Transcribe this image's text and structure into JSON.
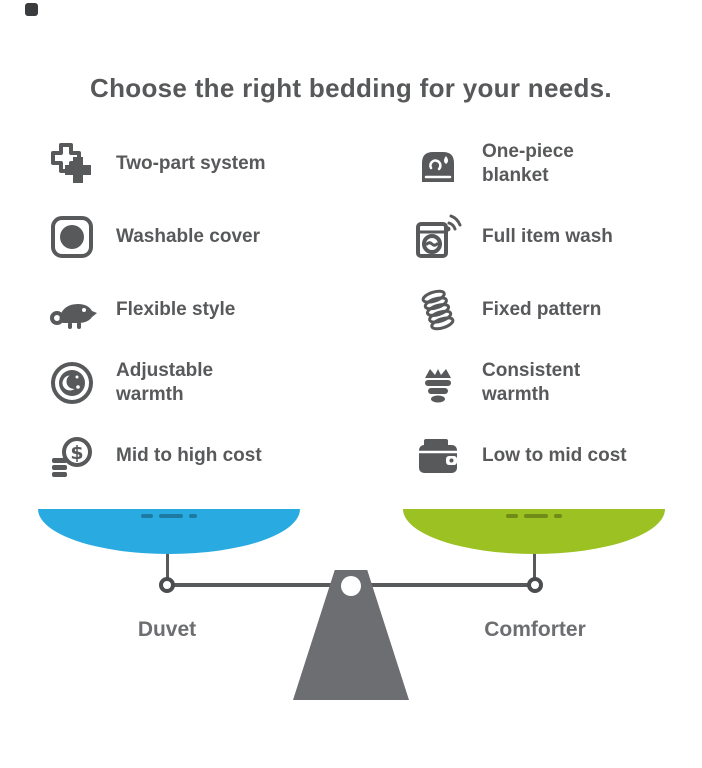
{
  "title": "Choose the right bedding for your needs.",
  "features": {
    "left": {
      "items": [
        {
          "label": "Two-part system",
          "icon": "two-part-system-icon"
        },
        {
          "label": "Washable cover",
          "icon": "washable-cover-icon"
        },
        {
          "label": "Flexible style",
          "icon": "chameleon-icon"
        },
        {
          "label": "Adjustable\nwarmth",
          "icon": "adjustable-warmth-icon"
        },
        {
          "label": "Mid to high cost",
          "icon": "coins-dollar-icon"
        }
      ]
    },
    "right": {
      "items": [
        {
          "label": "One-piece\nblanket",
          "icon": "blanket-icon"
        },
        {
          "label": "Full item wash",
          "icon": "washer-signal-icon"
        },
        {
          "label": "Fixed pattern",
          "icon": "coil-pattern-icon"
        },
        {
          "label": "Consistent\nwarmth",
          "icon": "crown-warmth-icon"
        },
        {
          "label": "Low to mid cost",
          "icon": "wallet-icon"
        }
      ]
    }
  },
  "scale": {
    "left_label": "Duvet",
    "right_label": "Comforter",
    "left_pan_color": "#29abe2",
    "right_pan_color": "#9bc122"
  },
  "colors": {
    "text": "#58595b",
    "icon": "#58595b",
    "beam": "#58595b",
    "fulcrum": "#6d6e71",
    "label_gray": "#6d6e71"
  }
}
